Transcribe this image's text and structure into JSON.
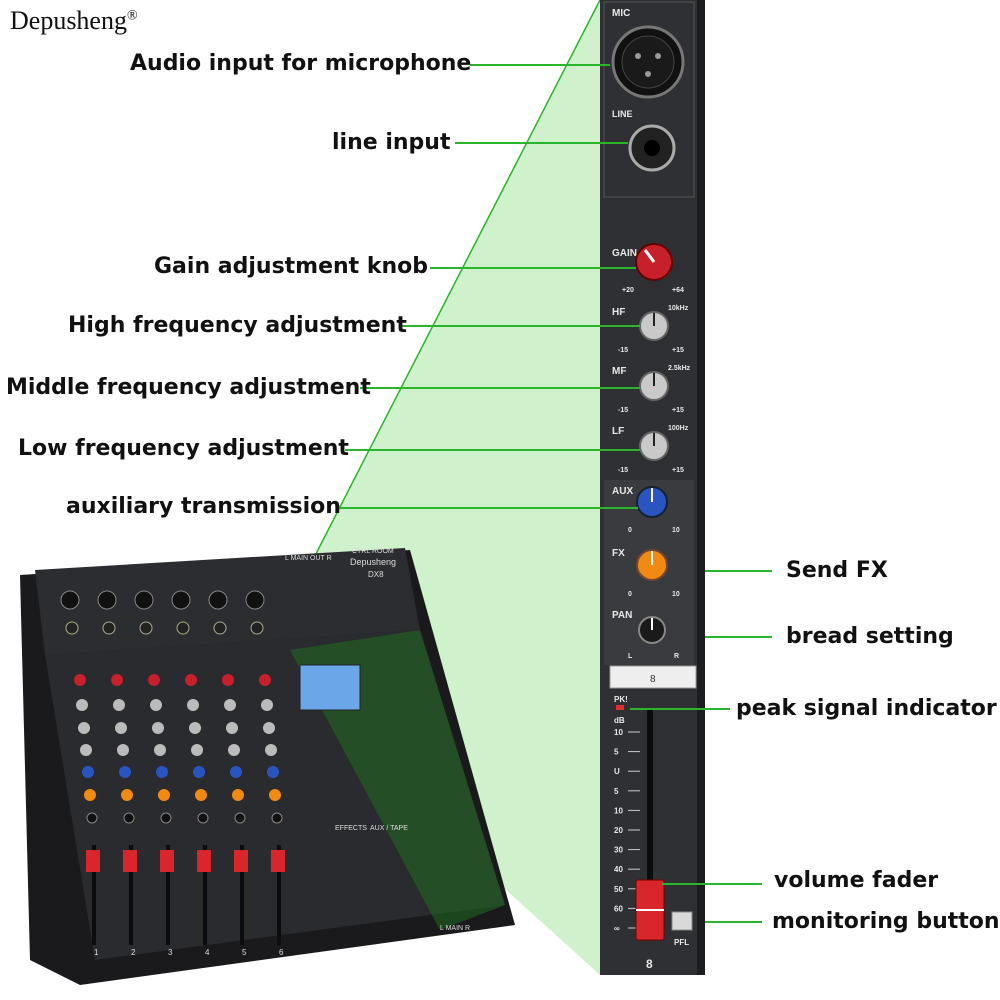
{
  "brand": {
    "name": "Depusheng",
    "mark": "®"
  },
  "callouts_left": [
    {
      "id": "mic",
      "text": "Audio input for microphone"
    },
    {
      "id": "line",
      "text": "line input"
    },
    {
      "id": "gain",
      "text": "Gain adjustment knob"
    },
    {
      "id": "hf",
      "text": "High frequency adjustment"
    },
    {
      "id": "mf",
      "text": "Middle frequency adjustment"
    },
    {
      "id": "lf",
      "text": "Low frequency adjustment"
    },
    {
      "id": "aux",
      "text": "auxiliary transmission"
    }
  ],
  "callouts_right": [
    {
      "id": "fx",
      "text": "Send FX"
    },
    {
      "id": "pan",
      "text": "bread setting"
    },
    {
      "id": "pk",
      "text": "peak signal indicator"
    },
    {
      "id": "fader",
      "text": "volume fader"
    },
    {
      "id": "pfl",
      "text": "monitoring button"
    }
  ],
  "strip": {
    "mic_label": "MIC",
    "line_label": "LINE",
    "gain_label": "GAIN",
    "gain_min": "+20",
    "gain_max": "+64",
    "hf_label": "HF",
    "hf_freq": "10kHz",
    "mf_label": "MF",
    "mf_freq": "2.5kHz",
    "lf_label": "LF",
    "lf_freq": "100Hz",
    "eq_min": "-15",
    "eq_max": "+15",
    "aux_label": "AUX",
    "fx_label": "FX",
    "send_min": "0",
    "send_max": "10",
    "pan_label": "PAN",
    "pan_l": "L",
    "pan_r": "R",
    "channel_tag": "8",
    "peak_label": "PK!",
    "db_label": "dB",
    "scale": [
      "10",
      "5",
      "U",
      "5",
      "10",
      "20",
      "30",
      "40",
      "50",
      "60",
      "∞"
    ],
    "pfl_label": "PFL",
    "channel_number": "8"
  },
  "mixer": {
    "brand": "Depusheng",
    "model": "DX8",
    "main_out": "L  MAIN OUT  R",
    "ctrl_room": "CTRL ROOM",
    "channels": [
      "1",
      "2",
      "3",
      "4",
      "5",
      "6"
    ],
    "effects": "EFFECTS",
    "aux_tape": "AUX / TAPE",
    "main": "L  MAIN  R"
  },
  "colors": {
    "accent_line": "#2bb52b",
    "beam": "#a8e6a0",
    "gain_knob": "#c8202a",
    "aux_knob": "#2a55c0",
    "fx_knob": "#f08a10"
  }
}
